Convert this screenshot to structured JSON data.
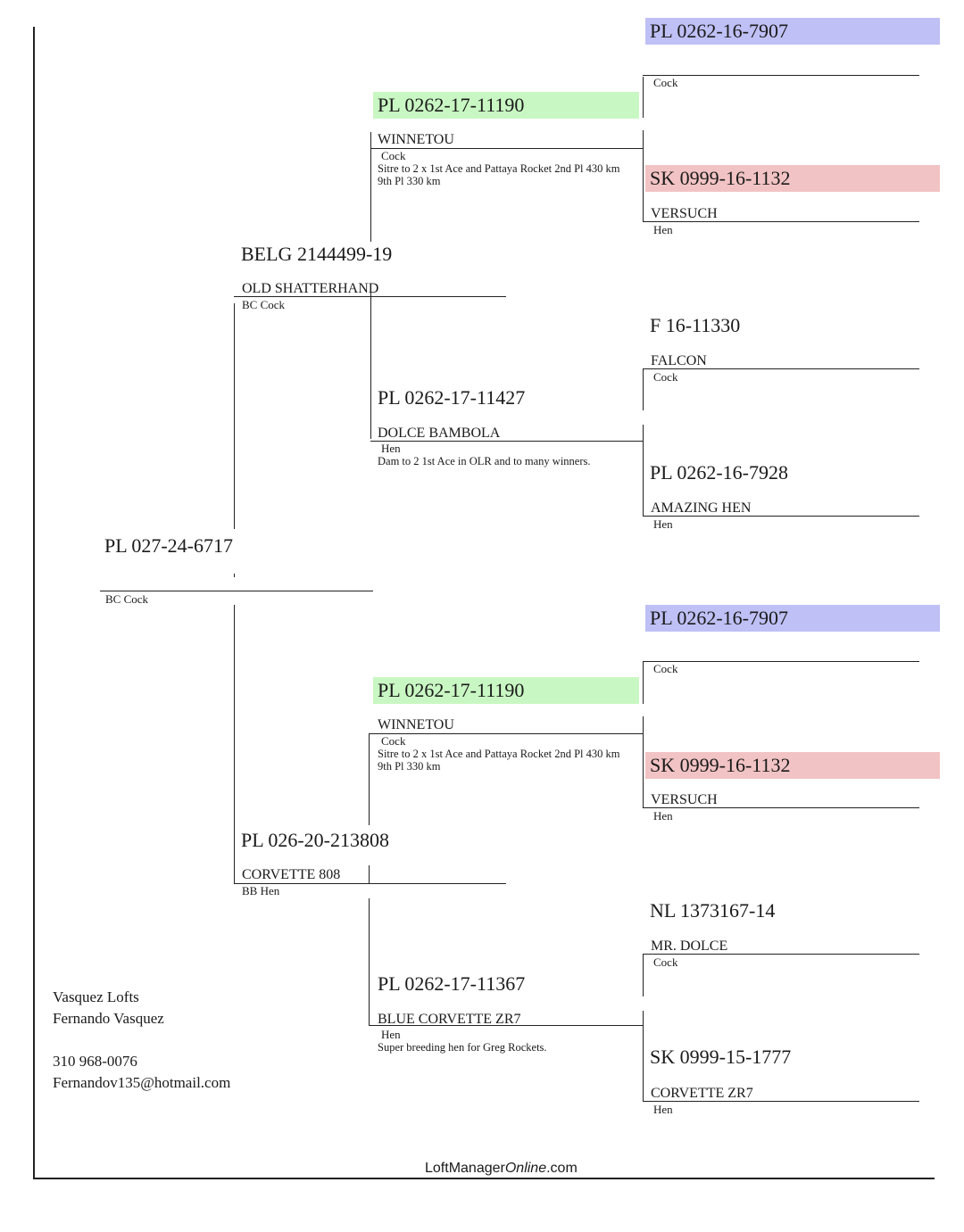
{
  "colors": {
    "blue": "#bfc0f5",
    "green": "#c9f7c3",
    "red": "#f2c3c4"
  },
  "subject": {
    "ring": "PL 027-24-6717",
    "sex": "BC Cock"
  },
  "sire": {
    "ring": "BELG 2144499-19",
    "name": "OLD SHATTERHAND",
    "sex": "BC Cock"
  },
  "dam": {
    "ring": "PL 026-20-213808",
    "name": "CORVETTE 808",
    "sex": "BB Hen"
  },
  "ss": {
    "ring": "PL 0262-17-11190",
    "name": "WINNETOU",
    "sex": "Cock",
    "note": "Sitre to 2 x 1st Ace and Pattaya Rocket 2nd Pl 430 km 9th Pl 330 km"
  },
  "sd": {
    "ring": "PL 0262-17-11427",
    "name": "DOLCE BAMBOLA",
    "sex": "Hen",
    "note": "Dam to 2 1st Ace in OLR and to many winners."
  },
  "ds": {
    "ring": "PL 0262-17-11190",
    "name": "WINNETOU",
    "sex": "Cock",
    "note": "Sitre to 2 x 1st Ace and Pattaya Rocket 2nd Pl 430 km 9th Pl 330 km"
  },
  "dd": {
    "ring": "PL 0262-17-11367",
    "name": "BLUE CORVETTE ZR7",
    "sex": "Hen",
    "note": "Super breeding hen for Greg Rockets."
  },
  "sss": {
    "ring": "PL 0262-16-7907",
    "name": "",
    "sex": "Cock"
  },
  "ssd": {
    "ring": "SK 0999-16-1132",
    "name": "VERSUCH",
    "sex": "Hen"
  },
  "sds": {
    "ring": "F 16-11330",
    "name": "FALCON",
    "sex": "Cock"
  },
  "sdd": {
    "ring": "PL 0262-16-7928",
    "name": "AMAZING HEN",
    "sex": "Hen"
  },
  "dss": {
    "ring": "PL 0262-16-7907",
    "name": "",
    "sex": "Cock"
  },
  "dsd": {
    "ring": "SK 0999-16-1132",
    "name": "VERSUCH",
    "sex": "Hen"
  },
  "dds": {
    "ring": "NL 1373167-14",
    "name": "MR. DOLCE",
    "sex": "Cock"
  },
  "ddd": {
    "ring": "SK 0999-15-1777",
    "name": "CORVETTE ZR7",
    "sex": "Hen"
  },
  "owner": {
    "loft": "Vasquez Lofts",
    "name": "Fernando Vasquez",
    "phone": "310 968-0076",
    "email": "Fernandov135@hotmail.com"
  },
  "footer": {
    "brand_plain": "LoftManager",
    "brand_italic": "Online",
    ".com": ".com",
    "suffix": ".com"
  }
}
